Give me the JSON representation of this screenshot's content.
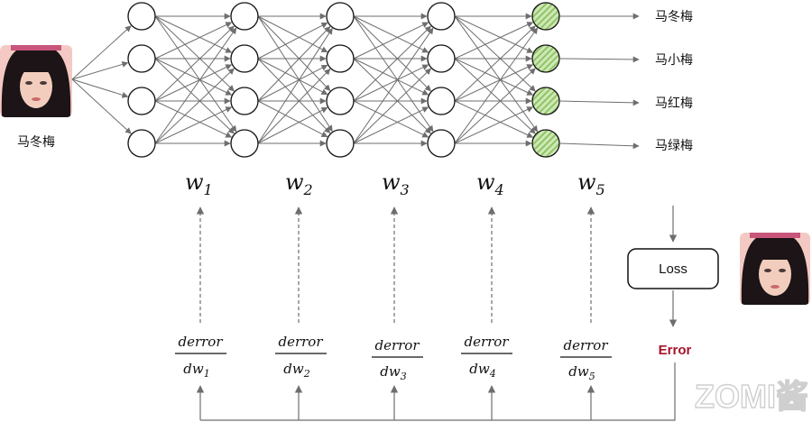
{
  "input_label": "马冬梅",
  "outputs": [
    "马冬梅",
    "马小梅",
    "马红梅",
    "马绿梅"
  ],
  "weights": [
    {
      "base": "w",
      "sub": "1"
    },
    {
      "base": "w",
      "sub": "2"
    },
    {
      "base": "w",
      "sub": "3"
    },
    {
      "base": "w",
      "sub": "4"
    },
    {
      "base": "w",
      "sub": "5"
    }
  ],
  "gradients": [
    {
      "numerator": "derror",
      "den_base": "dw",
      "den_sub": "1"
    },
    {
      "numerator": "derror",
      "den_base": "dw",
      "den_sub": "2"
    },
    {
      "numerator": "derror",
      "den_base": "dw",
      "den_sub": "3"
    },
    {
      "numerator": "derror",
      "den_base": "dw",
      "den_sub": "4"
    },
    {
      "numerator": "derror",
      "den_base": "dw",
      "den_sub": "5"
    }
  ],
  "loss_label": "Loss",
  "error_label": "Error",
  "watermark": "ZOMI酱",
  "colors": {
    "line": "#6e6e6e",
    "output_node_fill": "#cfe8b4",
    "output_node_stripe": "#8fc46a",
    "error": "#a8142a",
    "watermark": "#d9d9d9"
  }
}
